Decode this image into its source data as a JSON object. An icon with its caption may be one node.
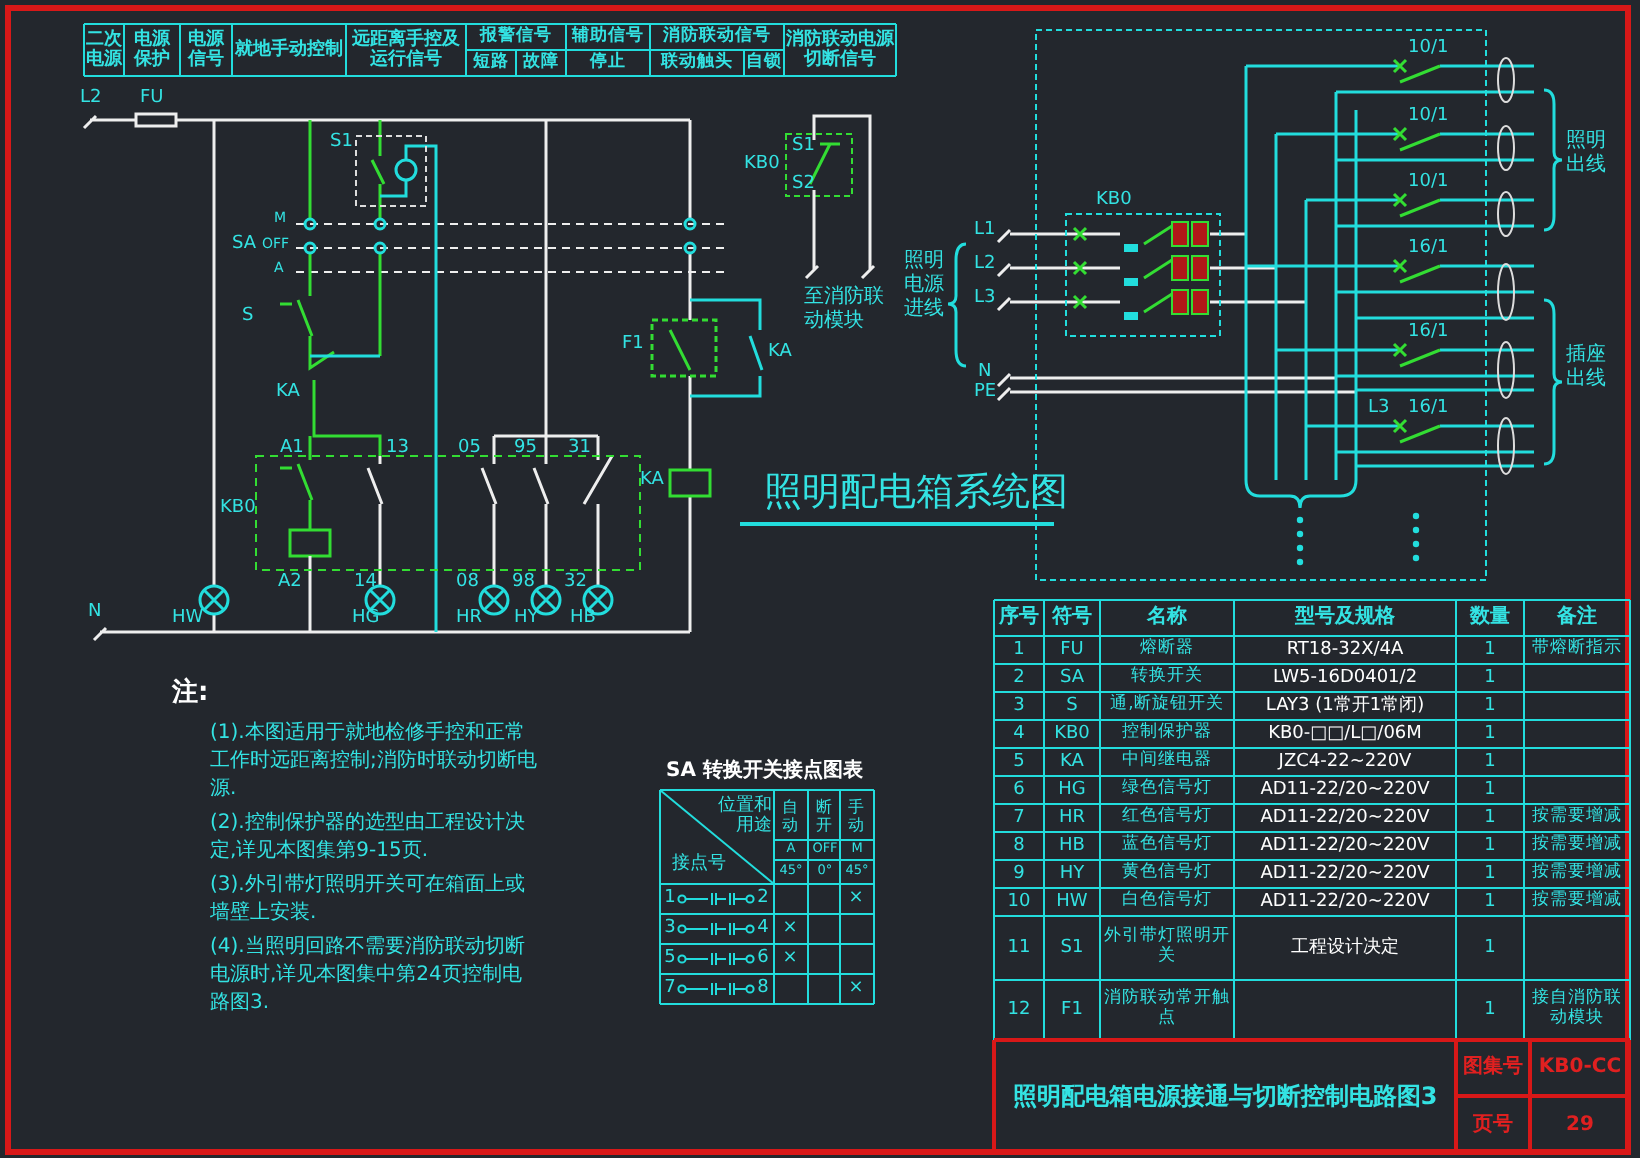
{
  "diagram": {
    "title": "照明配电箱电源接通与切断控制电路图3",
    "labels": [
      "二次电源",
      "电源保护",
      "电源信号",
      "就地手动控制",
      "远距离手控及运行信号",
      "报警信号",
      "短路",
      "故障",
      "辅助信号",
      "停止",
      "消防联动信号",
      "联动触头",
      "自锁",
      "消防联动电源切断信号",
      "L2",
      "FU",
      "S1",
      "SA",
      "M",
      "OFF",
      "A",
      "S",
      "KA",
      "KB0",
      "A1",
      "13",
      "05",
      "95",
      "31",
      "A2",
      "14",
      "08",
      "98",
      "32",
      "HW",
      "HG",
      "HR",
      "HY",
      "HB",
      "N",
      "F1",
      "KA",
      "KA",
      "KB0",
      "S1",
      "S2",
      "至消防联动模块",
      "照明电源进线",
      "L1",
      "L2",
      "L3",
      "N",
      "PE",
      "KB0",
      "10/1",
      "10/1",
      "10/1",
      "16/1",
      "16/1",
      "L3",
      "16/1",
      "照明出线",
      "插座出线",
      "照明配电箱系统图",
      "注:",
      "(1).本图适用于就地检修手控和正常工作时远距离控制;消防时联动切断电源.",
      "(2).控制保护器的选型由工程设计决定,详见本图集第9-15页.",
      "(3).外引带灯照明开关可在箱面上或墙壁上安装.",
      "(4).当照明回路不需要消防联动切断电源时,详见本图集中第24页控制电路图3.",
      "SA 转换开关接点图表",
      "位置和用途",
      "接点号",
      "自动",
      "断开",
      "手动",
      "A",
      "OFF",
      "M",
      "45°",
      "0°",
      "45°",
      "1",
      "2",
      "×",
      "3",
      "4",
      "×",
      "5",
      "6",
      "×",
      "7",
      "8",
      "×",
      "序号",
      "符号",
      "名称",
      "型号及规格",
      "数量",
      "备注",
      "1",
      "FU",
      "熔断器",
      "RT18-32X/4A",
      "1",
      "带熔断指示",
      "2",
      "SA",
      "转换开关",
      "LW5-16D0401/2",
      "1",
      "3",
      "S",
      "通,断旋钮开关",
      "LAY3 (1常开1常闭)",
      "1",
      "4",
      "KB0",
      "控制保护器",
      "KB0-□□/L□/06M",
      "1",
      "5",
      "KA",
      "中间继电器",
      "JZC4-22~220V",
      "1",
      "6",
      "HG",
      "绿色信号灯",
      "AD11-22/20~220V",
      "1",
      "7",
      "HR",
      "红色信号灯",
      "AD11-22/20~220V",
      "1",
      "按需要增减",
      "8",
      "HB",
      "蓝色信号灯",
      "AD11-22/20~220V",
      "1",
      "按需要增减",
      "9",
      "HY",
      "黄色信号灯",
      "AD11-22/20~220V",
      "1",
      "按需要增减",
      "10",
      "HW",
      "白色信号灯",
      "AD11-22/20~220V",
      "1",
      "按需要增减",
      "11",
      "S1",
      "外引带灯照明开关",
      "工程设计决定",
      "1",
      "12",
      "F1",
      "消防联动常开触点",
      "1",
      "接自消防联动模块",
      "图集号",
      "KB0-CC",
      "页号",
      "29"
    ]
  }
}
